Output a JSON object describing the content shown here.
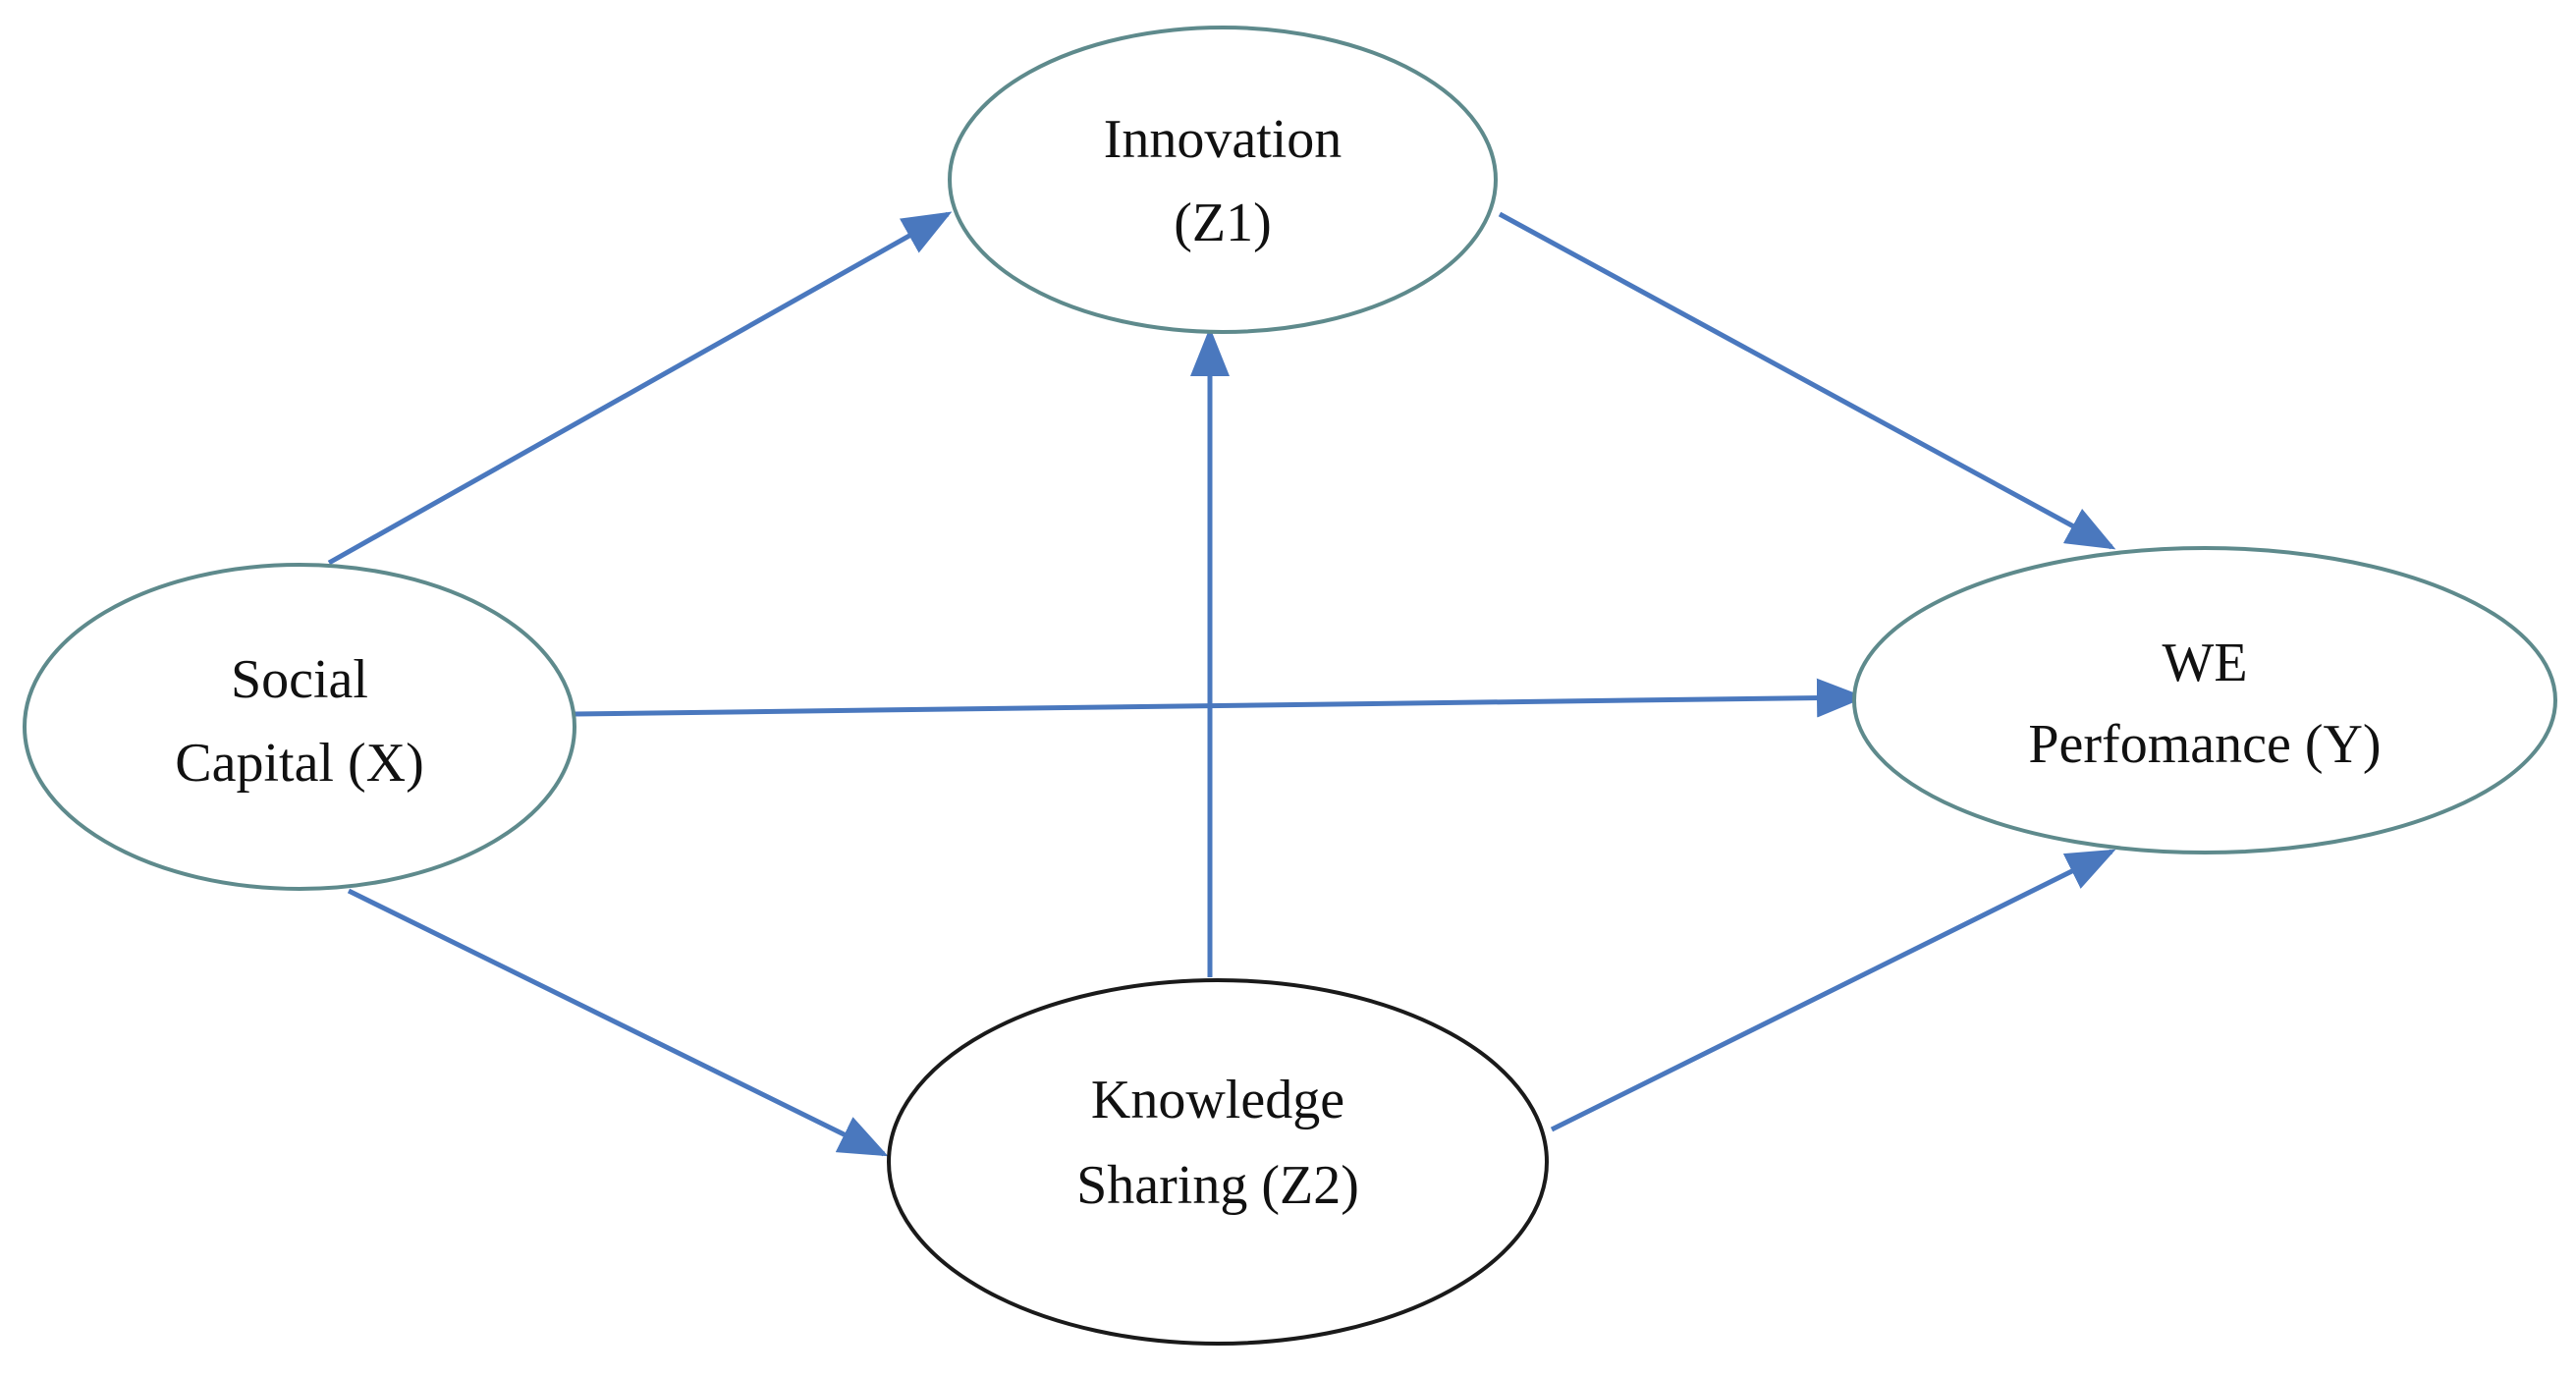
{
  "colors": {
    "arrow": "#4A78BE",
    "node_outline": "#5E8A8C",
    "node_outline_dark": "#1A1A1A",
    "text": "#111111",
    "background": "#FFFFFF"
  },
  "nodes": [
    {
      "id": "innovation",
      "lines": [
        "Innovation",
        "(Z1)"
      ],
      "outline": "teal"
    },
    {
      "id": "social_capital",
      "lines": [
        "Social",
        "Capital (X)"
      ],
      "outline": "teal"
    },
    {
      "id": "we_performance",
      "lines": [
        "WE",
        "Perfomance (Y)"
      ],
      "outline": "teal"
    },
    {
      "id": "knowledge_sharing",
      "lines": [
        "Knowledge",
        "Sharing (Z2)"
      ],
      "outline": "dark"
    }
  ],
  "edges": [
    {
      "from": "social_capital",
      "to": "innovation"
    },
    {
      "from": "social_capital",
      "to": "we_performance"
    },
    {
      "from": "social_capital",
      "to": "knowledge_sharing"
    },
    {
      "from": "innovation",
      "to": "we_performance"
    },
    {
      "from": "knowledge_sharing",
      "to": "innovation"
    },
    {
      "from": "knowledge_sharing",
      "to": "we_performance"
    }
  ]
}
